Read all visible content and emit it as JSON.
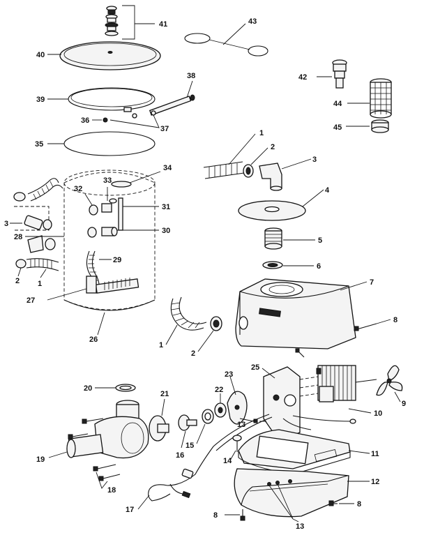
{
  "callouts": {
    "c1a": "1",
    "c1b": "1",
    "c1c": "1",
    "c2a": "2",
    "c2b": "2",
    "c2c": "2",
    "c3a": "3",
    "c3b": "3",
    "c4": "4",
    "c5": "5",
    "c6": "6",
    "c7": "7",
    "c8a": "8",
    "c8b": "8",
    "c8c": "8",
    "c9": "9",
    "c10": "10",
    "c11": "11",
    "c12": "12",
    "c13a": "13",
    "c13b": "13",
    "c14": "14",
    "c15": "15",
    "c16": "16",
    "c17": "17",
    "c18": "18",
    "c19": "19",
    "c20": "20",
    "c21": "21",
    "c22": "22",
    "c23": "23",
    "c25": "25",
    "c26": "26",
    "c27": "27",
    "c28": "28",
    "c29": "29",
    "c30": "30",
    "c31": "31",
    "c32": "32",
    "c33": "33",
    "c34": "34",
    "c35": "35",
    "c36": "36",
    "c37": "37",
    "c38": "38",
    "c39": "39",
    "c40": "40",
    "c41": "41",
    "c42": "42",
    "c43": "43",
    "c44": "44",
    "c45": "45"
  }
}
